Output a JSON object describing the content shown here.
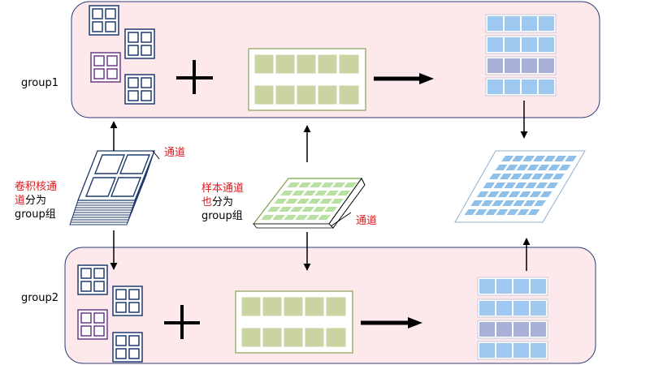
{
  "groups": [
    {
      "label": "group1"
    },
    {
      "label": "group2"
    }
  ],
  "kernel_annotation": {
    "line1_red": "卷积核通",
    "line2_red": "道",
    "line2_black": "分为",
    "line3": "group组"
  },
  "kernel_channel_tag": "通道",
  "sample_annotation": {
    "line1": "样本通道",
    "line2_red": "也",
    "line2_black": "分为",
    "line3": "group组"
  },
  "sample_channel_tag": "通道",
  "plus_symbol": "+",
  "colors": {
    "group_bg": "#fde8ec",
    "group_border": "#2c3e7a",
    "kernel_border": "#1f3a6e",
    "kernel_purple_border": "#6b3a8a",
    "sample_fill": "#ccd3a2",
    "sample_border": "#8aa055",
    "output_blue": "#9ec8f0",
    "output_purple": "#a9b0d8",
    "label_red": "#e0191e"
  }
}
